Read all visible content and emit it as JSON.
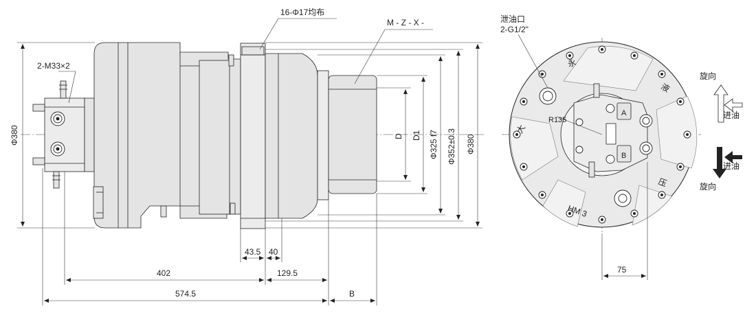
{
  "side_view": {
    "label_ports": "2-M33×2",
    "label_holes": "16-Φ17均布",
    "label_spline": "M - Z - X -",
    "dim_left_height": "Φ380",
    "dim_D": "D",
    "dim_D1": "D1",
    "dim_pilot": "Φ325 f7",
    "dim_bolt_circle": "Φ352±0.3",
    "dim_outer": "Φ380",
    "dim_flange": "43.5",
    "dim_40": "40",
    "dim_402": "402",
    "dim_129_5": "129.5",
    "dim_574_5": "574.5",
    "dim_B": "B"
  },
  "front_view": {
    "label_drain_1": "泄油口",
    "label_drain_2": "2-G1/2\"",
    "label_radius": "R135",
    "port_a": "A",
    "port_b": "B",
    "model_mark": "HM 3",
    "dim_75": "75",
    "top_rotation": "旋向",
    "top_inlet": "进油",
    "bottom_inlet": "进油",
    "bottom_rotation": "旋向",
    "housing_chars": [
      "永",
      "液",
      "大",
      "压"
    ]
  }
}
